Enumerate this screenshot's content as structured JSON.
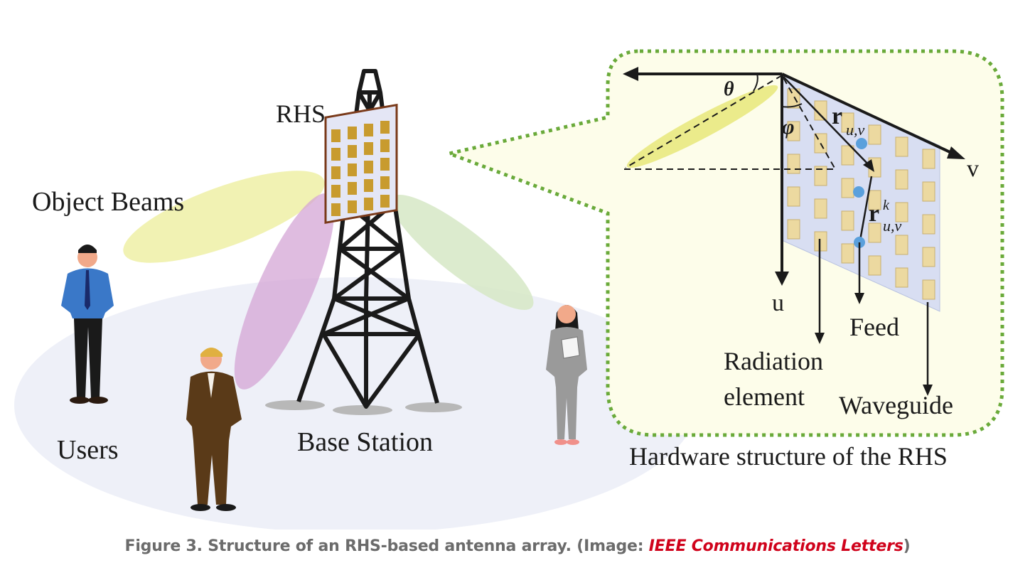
{
  "labels": {
    "rhs": "RHS",
    "object_beams": "Object Beams",
    "users": "Users",
    "base_station": "Base Station",
    "u_axis": "u",
    "v_axis": "v",
    "theta": "θ",
    "phi": "φ",
    "r_uv": "r",
    "r_uv_sub": "u,ν",
    "r_uvk": "r",
    "r_uvk_sub": "u,ν",
    "r_uvk_sup": "k",
    "feed": "Feed",
    "radiation_line1": "Radiation",
    "radiation_line2": "element",
    "waveguide": "Waveguide",
    "hardware_title": "Hardware structure of the RHS"
  },
  "caption": {
    "prefix": "Figure 3. Structure of an RHS-based antenna array. (Image: ",
    "source": "IEEE Communications Letters",
    "suffix": ")"
  },
  "colors": {
    "callout_border": "#6aaa3a",
    "callout_fill": "#fdfdea",
    "beam_yellow": "#eef0a6",
    "beam_purple": "#d4a6d6",
    "beam_green": "#d6e8c6",
    "ground": "#eef0f8",
    "panel": "#d8def2",
    "element": "#ecd9a0",
    "feed_dot": "#5aa0dc",
    "caption_text": "#6b6b6b",
    "caption_source": "#d0021b"
  }
}
